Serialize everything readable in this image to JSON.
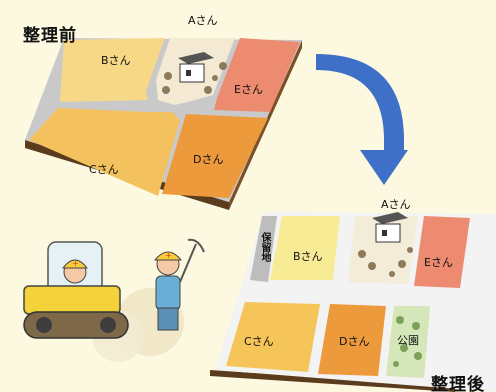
{
  "colors": {
    "background": "#fdf9e1",
    "plot_b_before": "#f6d887",
    "plot_c_before": "#f3c15e",
    "plot_d": "#ed9a3c",
    "plot_e": "#ec8b6f",
    "plot_b_after": "#f8eb95",
    "plot_c_after": "#f5c55a",
    "road": "#c9c9c9",
    "arrow": "#3f70c8",
    "side": "#5a3b1c"
  },
  "labels": {
    "before_title": "整理前",
    "after_title": "整理後",
    "plot_a": "Aさん",
    "plot_b": "Bさん",
    "plot_c": "Cさん",
    "plot_d": "Dさん",
    "plot_e": "Eさん",
    "reserve_land": "保留地",
    "park": "公園"
  }
}
